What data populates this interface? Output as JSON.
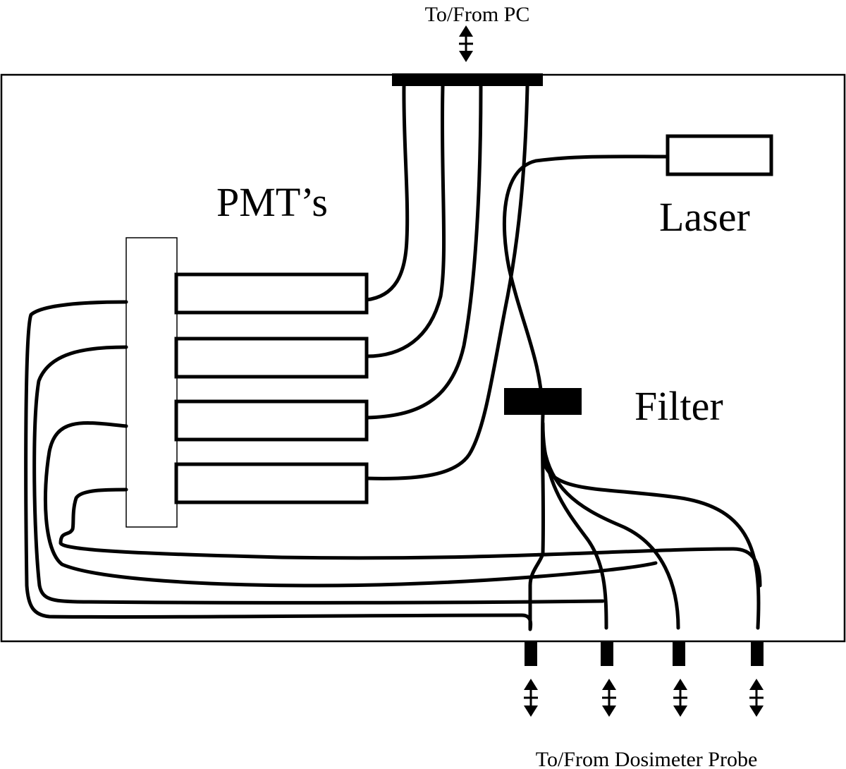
{
  "labels": {
    "pc": "To/From PC",
    "pmts": "PMT’s",
    "laser": "Laser",
    "filter": "Filter",
    "probe": "To/From Dosimeter Probe"
  },
  "colors": {
    "ink": "#000000",
    "background": "#ffffff"
  }
}
